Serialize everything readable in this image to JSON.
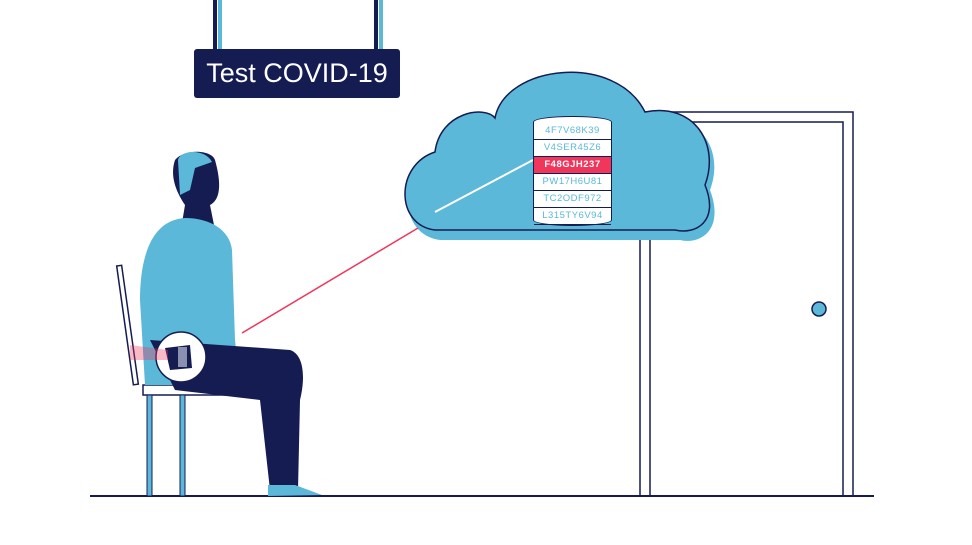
{
  "sign": {
    "title": "Test COVID-19"
  },
  "database": {
    "records": [
      "4F7V68K39",
      "V4SER45Z6",
      "F48GJH237",
      "PW17H6U81",
      "TC2ODF972",
      "L315TY6V94"
    ],
    "highlighted_index": 2
  },
  "colors": {
    "navy": "#141c52",
    "blue": "#5bb8d8",
    "red": "#f0365b"
  }
}
